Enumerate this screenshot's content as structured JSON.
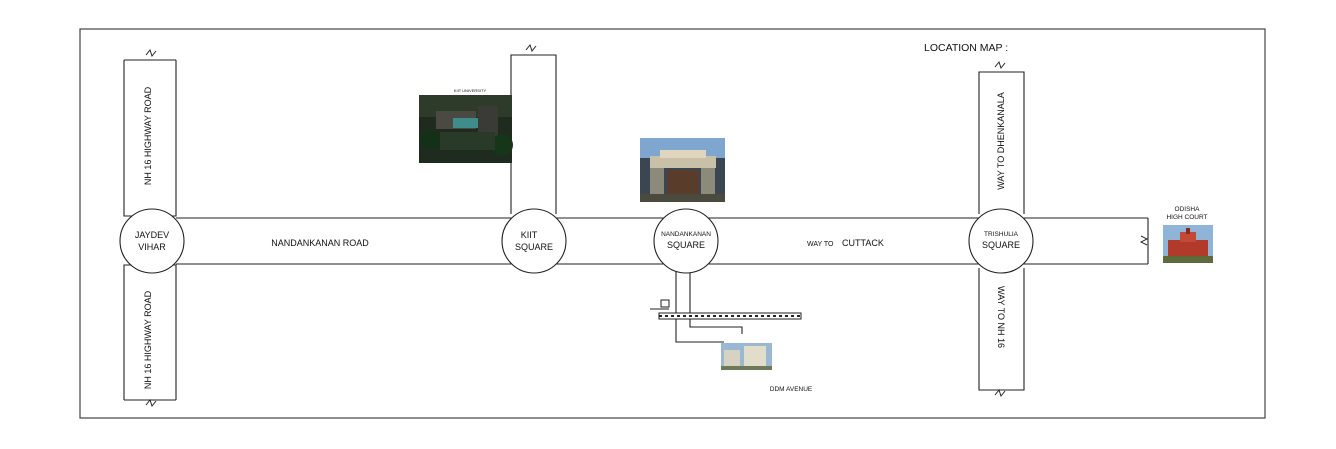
{
  "map": {
    "title": "LOCATION MAP :",
    "roads": {
      "main": "NANDANKANAN ROAD",
      "nh16_north": "NH 16 HIGHWAY ROAD",
      "nh16_south": "NH 16 HIGHWAY ROAD",
      "way_to_cuttack_prefix": "WAY TO",
      "way_to_cuttack": "CUTTACK",
      "way_to_dhenkanal": "WAY TO DHENKANALA",
      "way_to_nh16": "WAY TO NH 16"
    },
    "junctions": {
      "jaydev_line1": "JAYDEV",
      "jaydev_line2": "VIHAR",
      "kiit_line1": "KIIT",
      "kiit_line2": "SQUARE",
      "nandankanan_line1": "NANDANKANAN",
      "nandankanan_line2": "SQUARE",
      "trishulia_line1": "TRISHULIA",
      "trishulia_line2": "SQUARE"
    },
    "landmarks": {
      "kiit_university": "KIIT UNIVERSITY",
      "high_court_line1": "ODISHA",
      "high_court_line2": "HIGH COURT",
      "ddm_avenue": "DDM AVENUE"
    },
    "colors": {
      "line": "#222222",
      "frame": "#444444"
    }
  }
}
